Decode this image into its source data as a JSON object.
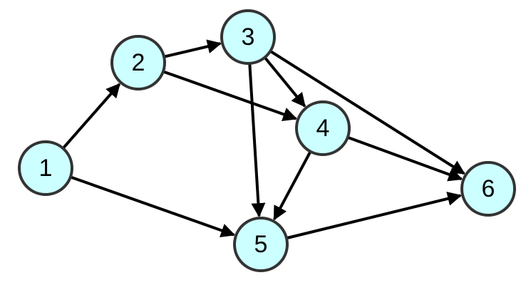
{
  "graph": {
    "node_fill": "#ccffff",
    "node_stroke": "#333333",
    "edge_color": "#000000",
    "nodes": [
      {
        "id": "1",
        "label": "1"
      },
      {
        "id": "2",
        "label": "2"
      },
      {
        "id": "3",
        "label": "3"
      },
      {
        "id": "4",
        "label": "4"
      },
      {
        "id": "5",
        "label": "5"
      },
      {
        "id": "6",
        "label": "6"
      }
    ],
    "edges": [
      {
        "from": "1",
        "to": "2"
      },
      {
        "from": "1",
        "to": "5"
      },
      {
        "from": "2",
        "to": "3"
      },
      {
        "from": "2",
        "to": "4"
      },
      {
        "from": "3",
        "to": "4"
      },
      {
        "from": "3",
        "to": "5"
      },
      {
        "from": "3",
        "to": "6"
      },
      {
        "from": "4",
        "to": "5"
      },
      {
        "from": "4",
        "to": "6"
      },
      {
        "from": "5",
        "to": "6"
      }
    ]
  }
}
